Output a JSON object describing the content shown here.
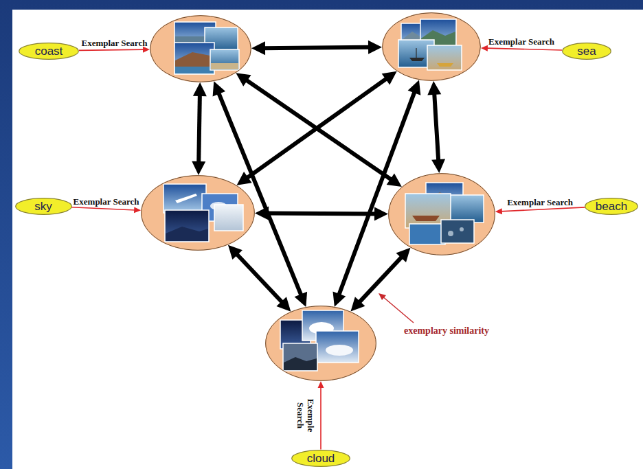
{
  "diagram": {
    "nodes": [
      {
        "text": [
          "coast"
        ]
      },
      {
        "text": []
      },
      {
        "text": []
      },
      {
        "text": [
          "sea"
        ]
      },
      {
        "text": [
          "sky"
        ]
      },
      {
        "text": []
      },
      {
        "text": []
      },
      {
        "text": [
          "beach"
        ]
      },
      {
        "text": []
      },
      {
        "text": [
          "cloud"
        ]
      }
    ],
    "edges": [
      {
        "from": 0,
        "to": 1,
        "arrow": "to",
        "label": "Exemplar Search"
      },
      {
        "from": 3,
        "to": 2,
        "arrow": "to",
        "label": "Exemplar Search"
      },
      {
        "from": 4,
        "to": 5,
        "arrow": "to",
        "label": "Exemplar Search"
      },
      {
        "from": 7,
        "to": 6,
        "arrow": "to",
        "label": "Exemplar Search"
      },
      {
        "from": 9,
        "to": 8,
        "arrow": "to",
        "label": "Exemple Search"
      },
      {
        "from": 1,
        "to": 2,
        "arrow": "both"
      },
      {
        "from": 1,
        "to": 5,
        "arrow": "both"
      },
      {
        "from": 1,
        "to": 6,
        "arrow": "both"
      },
      {
        "from": 1,
        "to": 8,
        "arrow": "both"
      },
      {
        "from": 2,
        "to": 5,
        "arrow": "both"
      },
      {
        "from": 2,
        "to": 6,
        "arrow": "both"
      },
      {
        "from": 2,
        "to": 8,
        "arrow": "both"
      },
      {
        "from": 5,
        "to": 6,
        "arrow": "both"
      },
      {
        "from": 5,
        "to": 8,
        "arrow": "both"
      },
      {
        "from": 6,
        "to": 8,
        "arrow": "both"
      }
    ],
    "labels": [
      "exemplary similarity"
    ]
  }
}
